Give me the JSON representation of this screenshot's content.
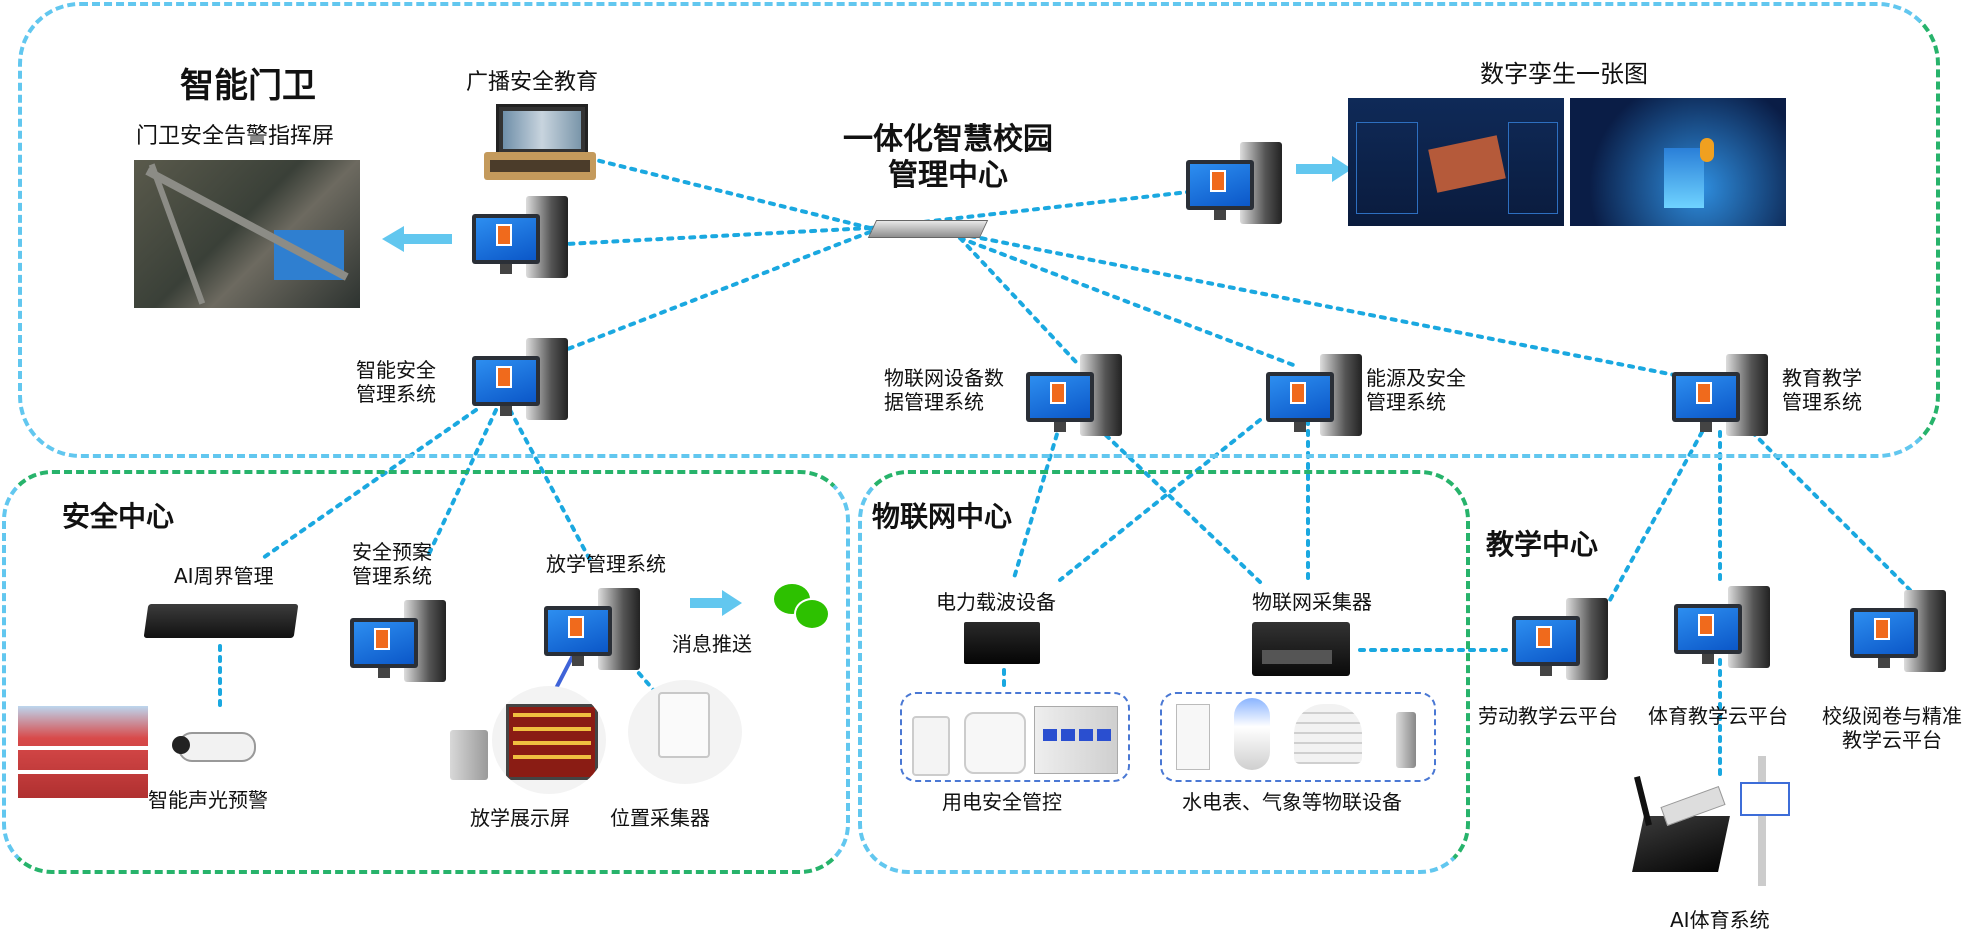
{
  "management_center": {
    "title_line1": "一体化智慧校园",
    "title_line2": "管理中心"
  },
  "smart_gate": {
    "title": "智能门卫",
    "screen_label": "门卫安全告警指挥屏"
  },
  "broadcast": {
    "label": "广播安全教育"
  },
  "digital_twin": {
    "label": "数字孪生一张图"
  },
  "systems": {
    "safety_mgmt": "智能安全\n管理系统",
    "iot_data_mgmt": "物联网设备数\n据管理系统",
    "energy_safety": "能源及安全\n管理系统",
    "education": "教育教学\n管理系统"
  },
  "safety_center": {
    "title": "安全中心",
    "ai_perimeter": "AI周界管理",
    "plan_system": "安全预案\n管理系统",
    "dismissal_system": "放学管理系统",
    "message_push": "消息推送",
    "sound_light_alarm": "智能声光预警",
    "dismissal_screen": "放学展示屏",
    "location_collector": "位置采集器"
  },
  "iot_center": {
    "title": "物联网中心",
    "plc_device": "电力载波设备",
    "iot_collector": "物联网采集器",
    "electric_safety": "用电安全管控",
    "meters": "水电表、气象等物联设备"
  },
  "teaching_center": {
    "title": "教学中心",
    "labor_platform": "劳动教学云平台",
    "sports_platform": "体育教学云平台",
    "reading_platform": "校级阅卷与精准\n教学云平台",
    "ai_sports": "AI体育系统"
  },
  "colors": {
    "dotted_link": "#1aa8e0",
    "region_border": "#27b36b",
    "arrow": "#62c7ef"
  }
}
